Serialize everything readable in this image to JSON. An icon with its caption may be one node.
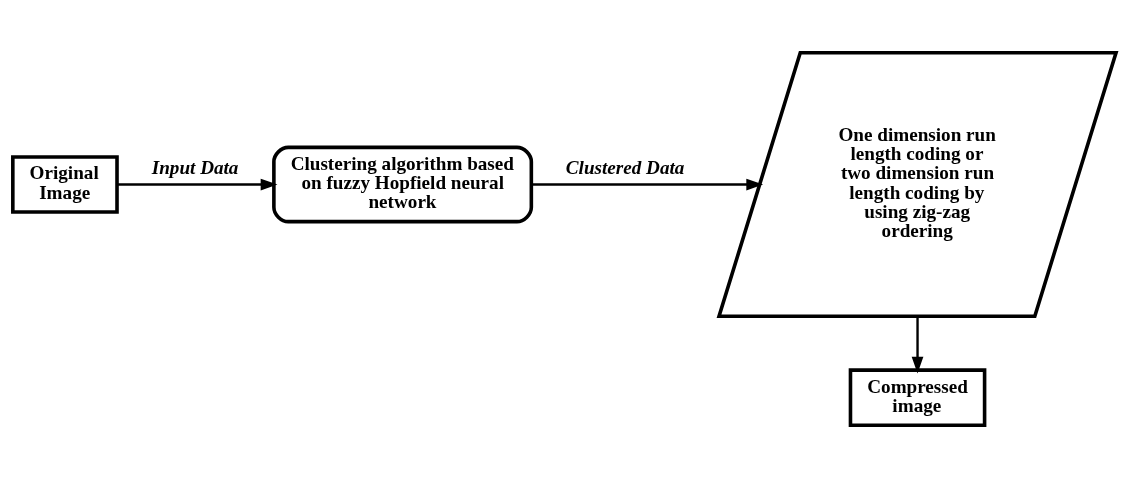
{
  "diagram": {
    "nodes": [
      {
        "text": [
          "Original Image"
        ]
      },
      {
        "text": [
          "Clustering algorithm based on fuzzy Hopfield neural network"
        ]
      },
      {
        "text": [
          "One dimension run length coding or two dimension run length coding by using zig-zag ordering"
        ]
      },
      {
        "text": [
          "Compressed image"
        ]
      }
    ],
    "edges": [
      {
        "from": 0,
        "to": 1,
        "arrow": "to",
        "label": "Input Data"
      },
      {
        "from": 1,
        "to": 2,
        "arrow": "to",
        "label": "Clustered Data"
      },
      {
        "from": 2,
        "to": 3,
        "arrow": "to"
      }
    ]
  }
}
